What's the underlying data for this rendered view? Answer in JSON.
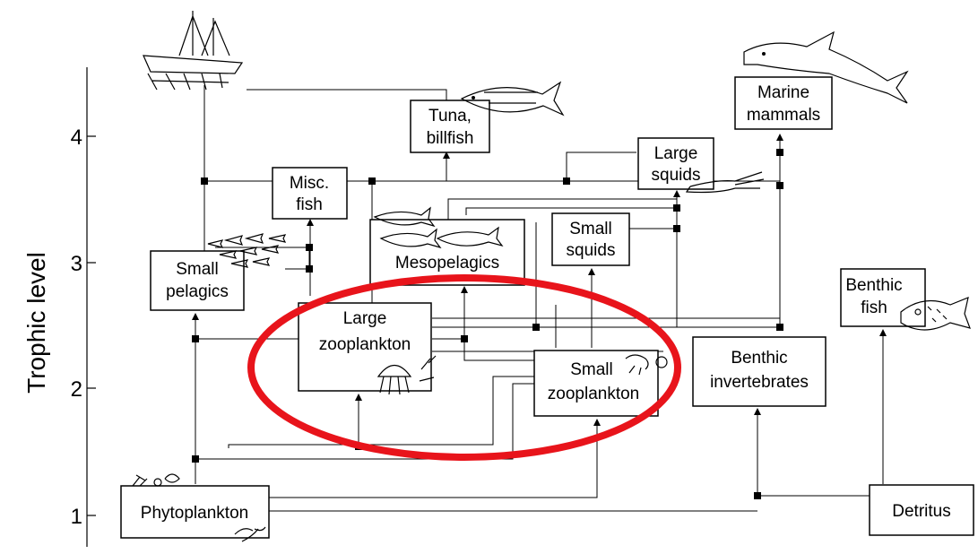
{
  "axis": {
    "title": "Trophic level",
    "ticks": [
      "4",
      "3",
      "2",
      "1"
    ]
  },
  "nodes": {
    "tuna": [
      "Tuna,",
      "billfish"
    ],
    "marine_mammals": [
      "Marine",
      "mammals"
    ],
    "misc_fish": [
      "Misc.",
      "fish"
    ],
    "large_squids": [
      "Large",
      "squids"
    ],
    "small_squids": [
      "Small",
      "squids"
    ],
    "mesopelagics": [
      "Mesopelagics"
    ],
    "small_pelagics": [
      "Small",
      "pelagics"
    ],
    "benthic_fish": [
      "Benthic",
      "fish"
    ],
    "large_zooplankton": [
      "Large",
      "zooplankton"
    ],
    "small_zooplankton": [
      "Small",
      "zooplankton"
    ],
    "benthic_invertebrates": [
      "Benthic",
      "invertebrates"
    ],
    "phytoplankton": [
      "Phytoplankton"
    ],
    "detritus": [
      "Detritus"
    ]
  },
  "highlight": {
    "color": "#e8141b"
  },
  "icons": [
    "fishing-boat-icon",
    "tuna-icon",
    "dolphin-icon",
    "squid-icon",
    "anchovy-school-icon",
    "lanternfish-icon",
    "grouper-icon",
    "jellyfish-icon",
    "shrimp-icon",
    "diatom-icon"
  ]
}
